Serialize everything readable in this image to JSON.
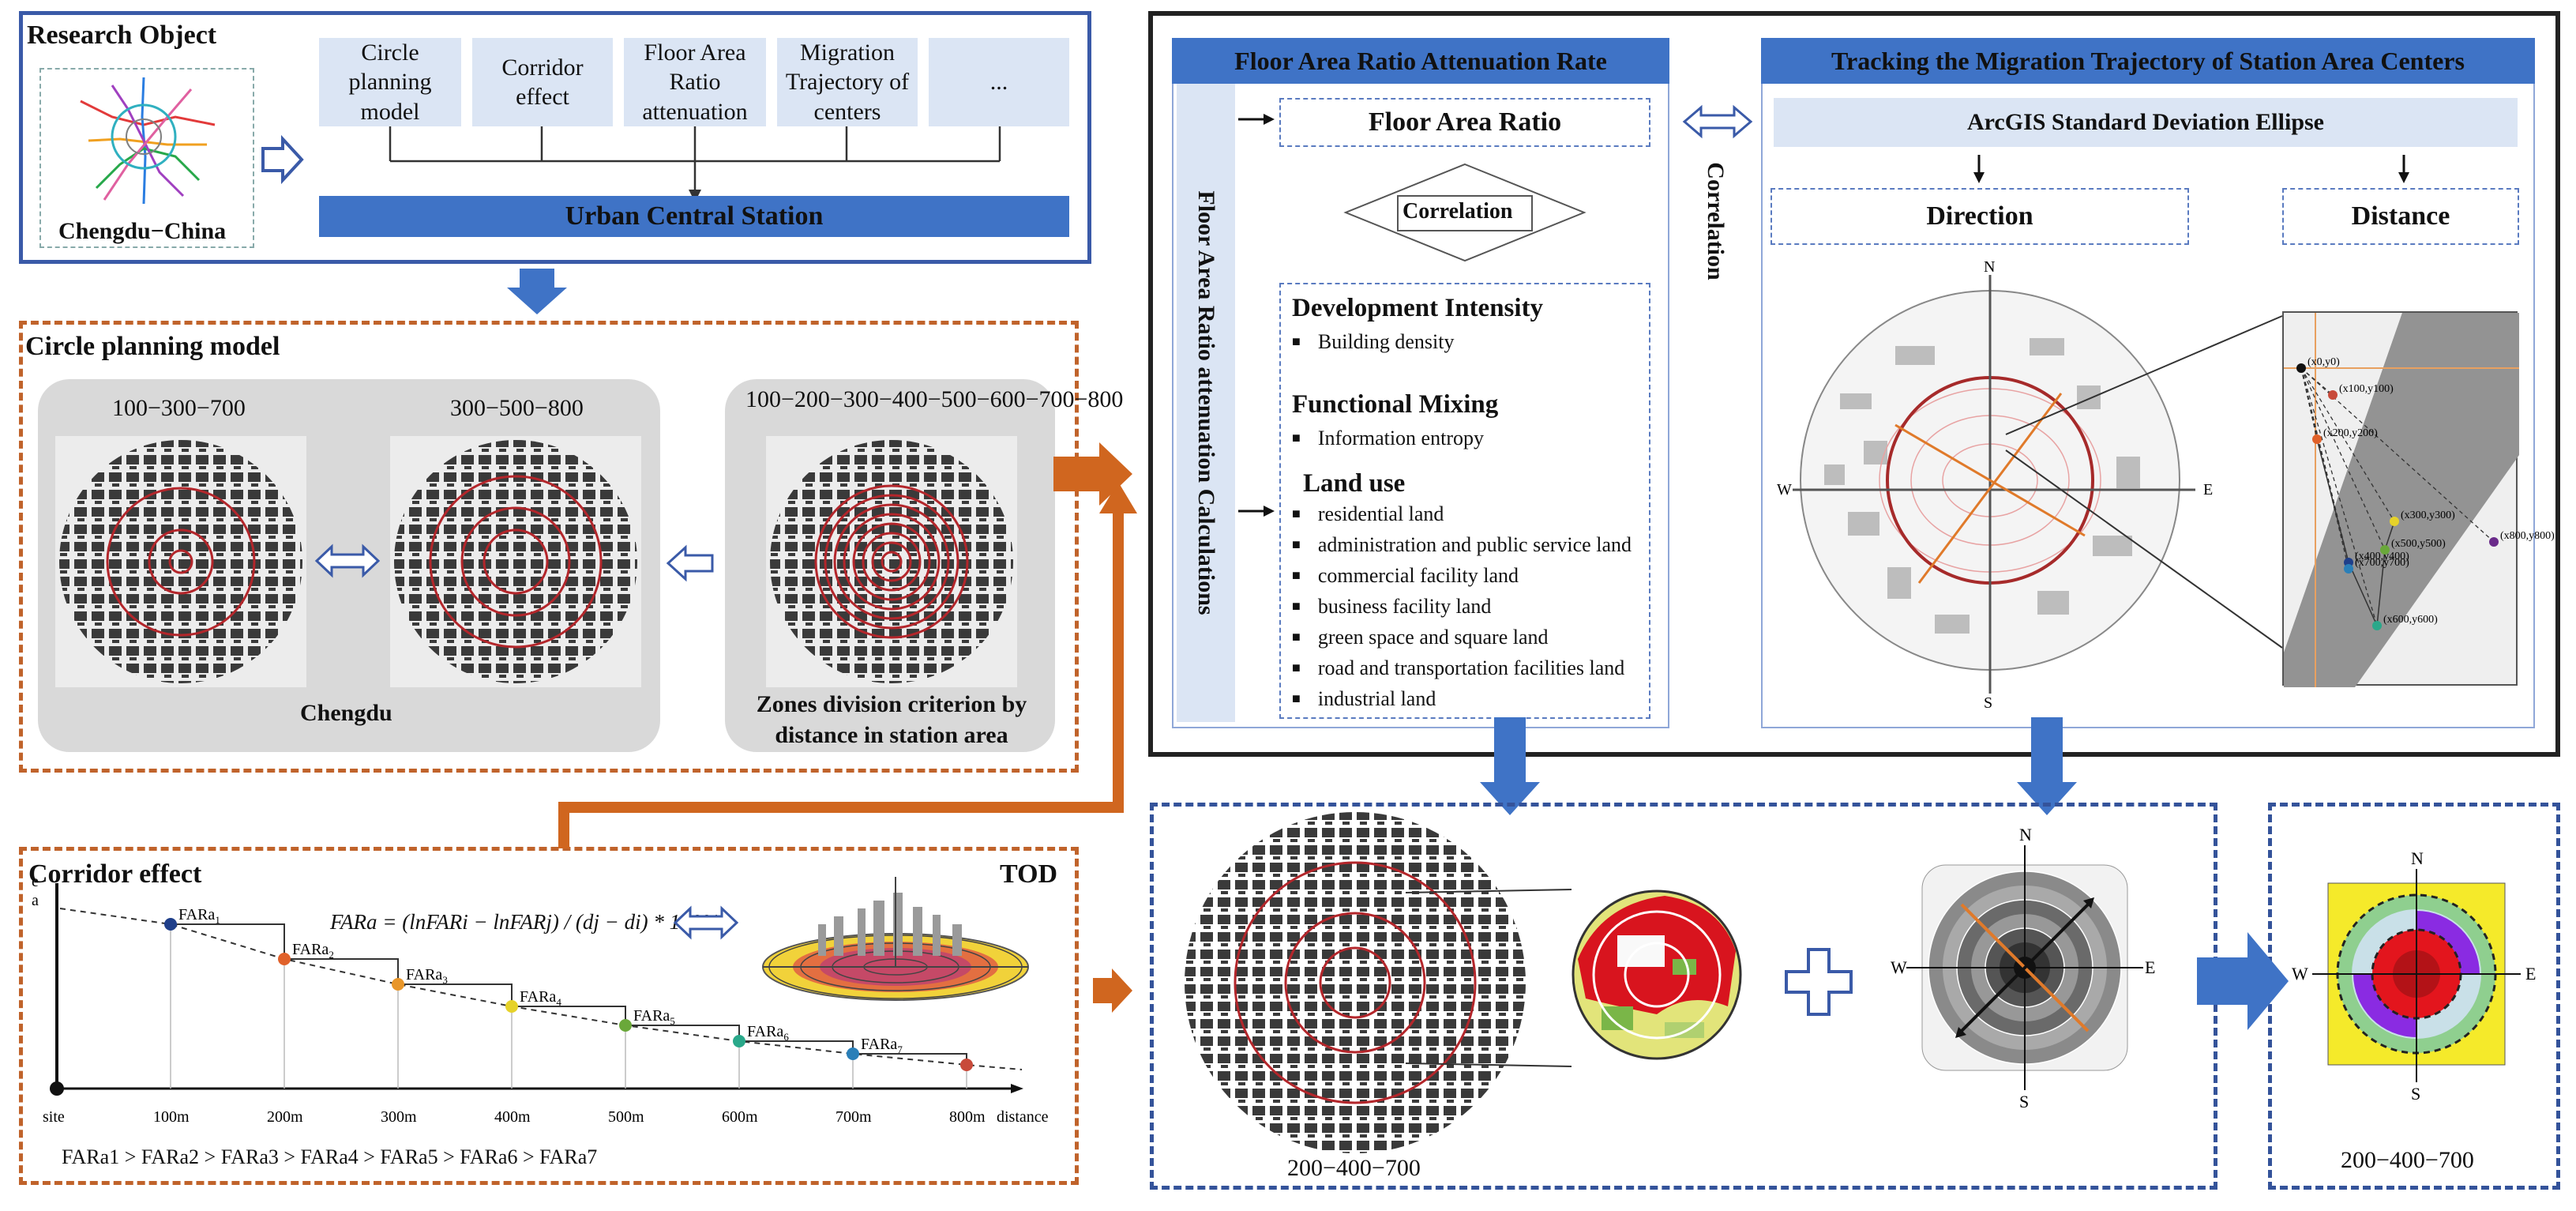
{
  "research": {
    "title": "Research Object",
    "city": "Chengdu−China",
    "items": [
      "Circle planning model",
      "Corridor effect",
      "Floor Area Ratio attenuation",
      "Migration Trajectory of centers",
      "..."
    ],
    "station": "Urban Central Station"
  },
  "circle": {
    "title": "Circle planning model",
    "labels": [
      "100−300−700",
      "300−500−800",
      "100−200−300−400−500−600−700−800"
    ],
    "caption_left": "Chengdu",
    "caption_right": "Zones division criterion by distance in station area"
  },
  "corridor": {
    "title": "Corridor effect",
    "tod": "TOD",
    "formula": "FARa = (lnFARi − lnFARj) / (dj − di) * 100%",
    "y_label_lines": [
      "e",
      "a"
    ],
    "x_label": "distance",
    "origin_label": "site",
    "ticks": [
      "100m",
      "200m",
      "300m",
      "400m",
      "500m",
      "600m",
      "700m",
      "800m"
    ],
    "point_labels": [
      "FARa1",
      "FARa2",
      "FARa3",
      "FARa4",
      "FARa5",
      "FARa6",
      "FARa7"
    ],
    "point_colors": [
      "#1f3f8a",
      "#e0612a",
      "#e8962a",
      "#e6d22a",
      "#6aa83a",
      "#2aa88a",
      "#2a7fb8",
      "#c84a3a"
    ],
    "inequality": "FARa1 > FARa2 > FARa3 > FARa4 > FARa5 > FARa6 > FARa7"
  },
  "far": {
    "title": "Floor Area Ratio Attenuation Rate",
    "side_label": "Floor Area Ratio attenuation Calculations",
    "far_label": "Floor Area Ratio",
    "correlation": "Correlation",
    "dev_title": "Development Intensity",
    "dev_items": [
      "Building density"
    ],
    "mix_title": "Functional Mixing",
    "mix_items": [
      "Information entropy"
    ],
    "land_title": "Land use",
    "land_items": [
      "residential land",
      "administration and public service land",
      "commercial facility land",
      "business facility land",
      "green space and square land",
      "road and transportation facilities land",
      "industrial land"
    ]
  },
  "middle_correlation": "Correlation",
  "track": {
    "title": "Tracking the Migration Trajectory of Station Area Centers",
    "arcgis": "ArcGIS Standard Deviation Ellipse",
    "direction": "Direction",
    "distance": "Distance",
    "compass": [
      "N",
      "S",
      "W",
      "E"
    ],
    "inset_labels": [
      "(x0,y0)",
      "(x100,y100)",
      "(x200,y200)",
      "(x300,y300)",
      "(x400,y400)",
      "(x500,y500)",
      "(x600,y600)",
      "(x700,y700)",
      "(x800,y800)"
    ]
  },
  "results": {
    "label_left": "200−400−700",
    "label_right": "200−400−700",
    "compass": [
      "N",
      "S",
      "W",
      "E"
    ]
  },
  "colors": {
    "blue_border": "#3a5aa8",
    "orange": "#d0661f",
    "arrow_blue": "#3f73c6",
    "ring_red": "#b3262b",
    "light_blue_box": "#dbe5f4"
  }
}
